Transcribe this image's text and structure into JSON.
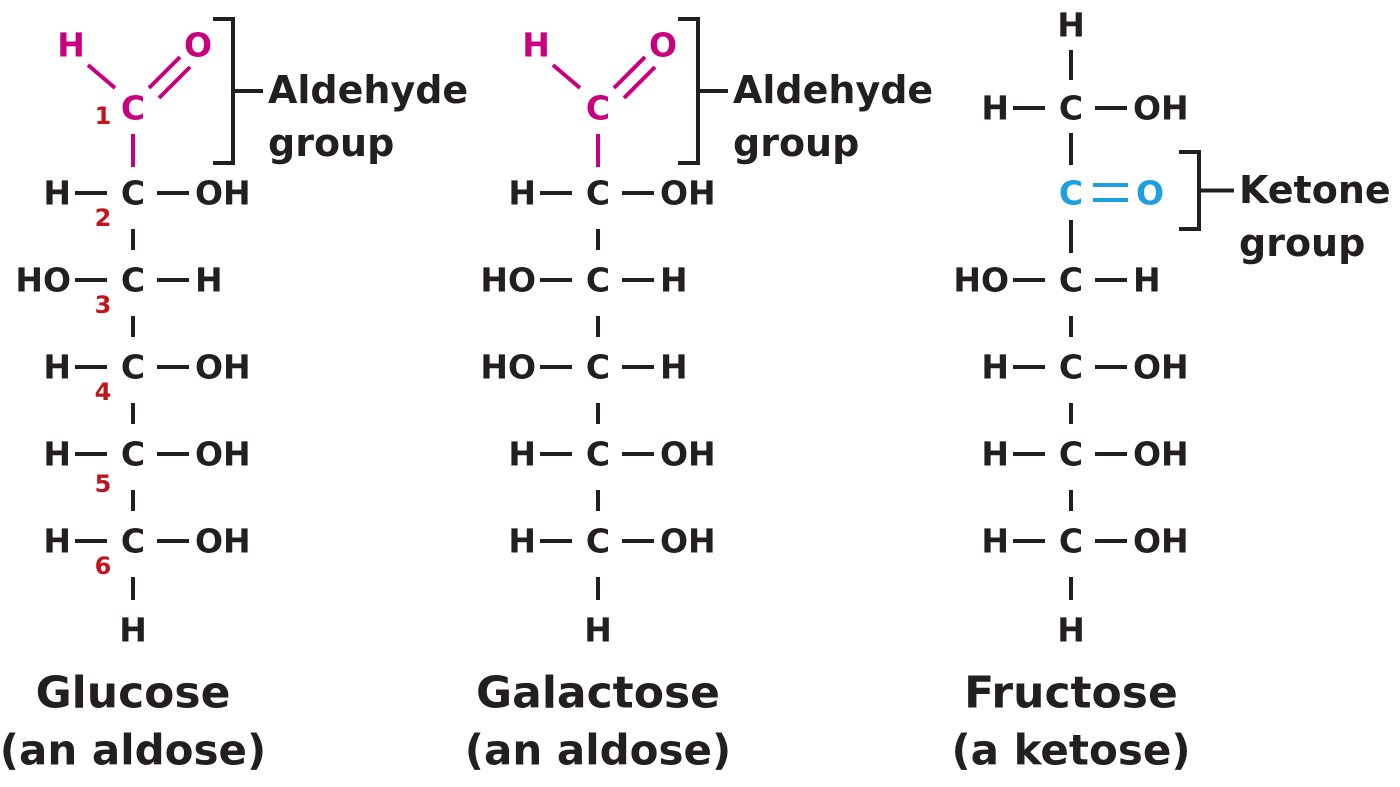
{
  "colors": {
    "ink": "#231f20",
    "aldehyde": "#c8007f",
    "ketone": "#1ea0e0",
    "carbon_number": "#c0141e"
  },
  "glucose": {
    "aldehyde_h": "H",
    "aldehyde_o": "O",
    "aldehyde_c": "C",
    "group_label_line1": "Aldehyde",
    "group_label_line2": "group",
    "carbon_numbers": [
      "1",
      "2",
      "3",
      "4",
      "5",
      "6"
    ],
    "rows": [
      {
        "left": "H",
        "center": "C",
        "right": "OH"
      },
      {
        "left": "HO",
        "center": "C",
        "right": "H"
      },
      {
        "left": "H",
        "center": "C",
        "right": "OH"
      },
      {
        "left": "H",
        "center": "C",
        "right": "OH"
      },
      {
        "left": "H",
        "center": "C",
        "right": "OH"
      }
    ],
    "bottom_h": "H",
    "name": "Glucose",
    "class_label": "(an aldose)"
  },
  "galactose": {
    "aldehyde_h": "H",
    "aldehyde_o": "O",
    "aldehyde_c": "C",
    "group_label_line1": "Aldehyde",
    "group_label_line2": "group",
    "rows": [
      {
        "left": "H",
        "center": "C",
        "right": "OH"
      },
      {
        "left": "HO",
        "center": "C",
        "right": "H"
      },
      {
        "left": "HO",
        "center": "C",
        "right": "H"
      },
      {
        "left": "H",
        "center": "C",
        "right": "OH"
      },
      {
        "left": "H",
        "center": "C",
        "right": "OH"
      }
    ],
    "bottom_h": "H",
    "name": "Galactose",
    "class_label": "(an aldose)"
  },
  "fructose": {
    "top_h": "H",
    "row1": {
      "left": "H",
      "center": "C",
      "right": "OH"
    },
    "ketone_c": "C",
    "ketone_o": "O",
    "group_label_line1": "Ketone",
    "group_label_line2": "group",
    "rows": [
      {
        "left": "HO",
        "center": "C",
        "right": "H"
      },
      {
        "left": "H",
        "center": "C",
        "right": "OH"
      },
      {
        "left": "H",
        "center": "C",
        "right": "OH"
      },
      {
        "left": "H",
        "center": "C",
        "right": "OH"
      }
    ],
    "bottom_h": "H",
    "name": "Fructose",
    "class_label": "(a ketose)"
  }
}
